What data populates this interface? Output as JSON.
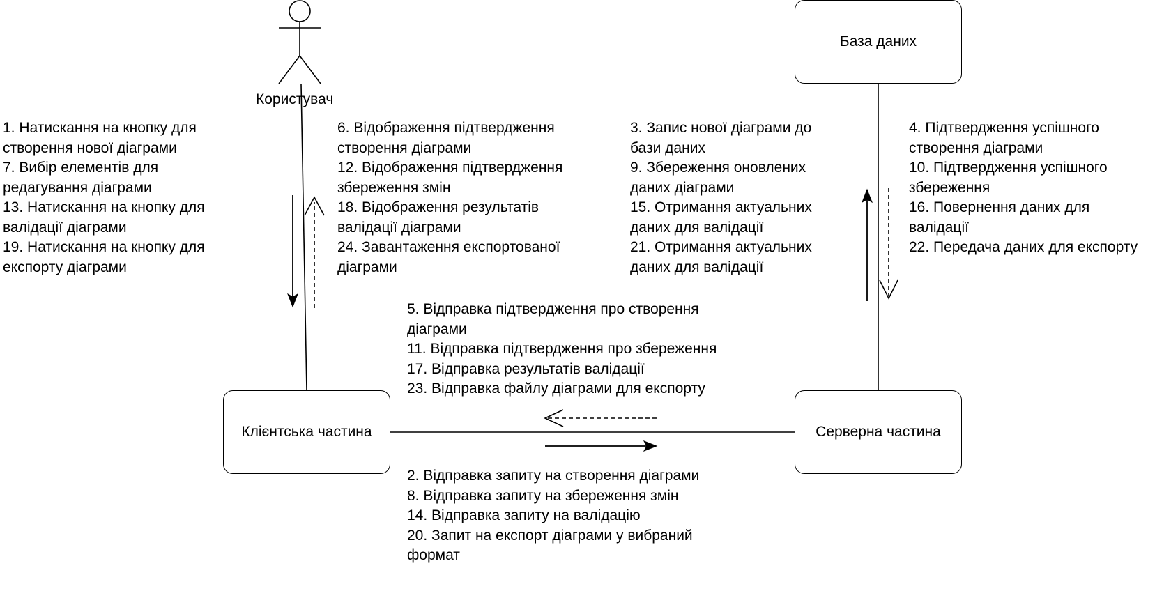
{
  "actor": {
    "name": "Користувач"
  },
  "nodes": {
    "database": "База даних",
    "client": "Клієнтська частина",
    "server": "Серверна частина"
  },
  "labels": {
    "user_to_client": [
      "1. Натискання на кнопку для",
      "створення нової діаграми",
      "7. Вибір елементів для",
      "редагування діаграми",
      "13. Натискання на кнопку для",
      "валідації діаграми",
      "19. Натискання на кнопку для",
      "експорту діаграми"
    ],
    "client_to_user": [
      "6. Відображення підтвердження",
      "створення діаграми",
      "12. Відображення підтвердження",
      "збереження змін",
      "18. Відображення результатів",
      "валідації діаграми",
      "24. Завантаження експортованої",
      "діаграми"
    ],
    "server_to_db": [
      "3. Запис нової діаграми до",
      "бази даних",
      "9. Збереження оновлених",
      "даних діаграми",
      "15. Отримання актуальних",
      "даних для валідації",
      "21. Отримання актуальних",
      "даних для валідації"
    ],
    "db_to_server": [
      "4. Підтвердження успішного",
      "створення діаграми",
      "10. Підтвердження успішного",
      "збереження",
      "16. Повернення даних для",
      "валідації",
      "22. Передача даних для експорту"
    ],
    "server_to_client": [
      "5. Відправка підтвердження про створення",
      "діаграми",
      "11. Відправка підтвердження про збереження",
      "17. Відправка результатів валідації",
      "23. Відправка файлу діаграми для експорту"
    ],
    "client_to_server": [
      "2. Відправка запиту на створення діаграми",
      "8. Відправка запиту на збереження змін",
      "14. Відправка запиту на валідацію",
      "20. Запит на експорт діаграми у вибраний",
      "формат"
    ]
  }
}
